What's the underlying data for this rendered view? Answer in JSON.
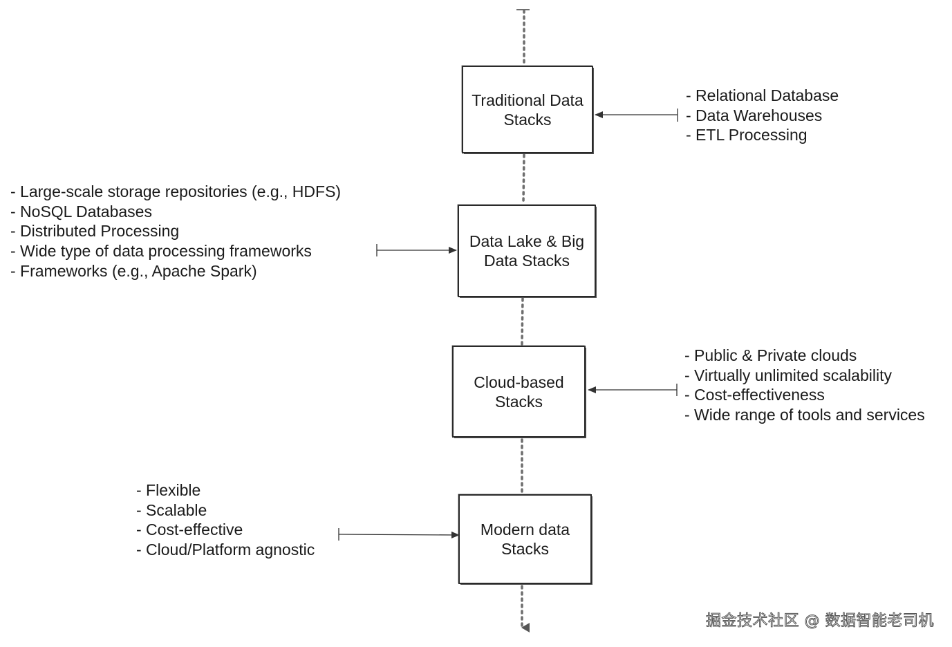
{
  "stages": [
    {
      "title": "Traditional Data\nStacks",
      "features": [
        "- Relational Database",
        "- Data Warehouses",
        "- ETL Processing"
      ]
    },
    {
      "title": "Data Lake & Big\nData Stacks",
      "features": [
        "- Large-scale storage repositories (e.g., HDFS)",
        "- NoSQL Databases",
        "- Distributed Processing",
        "- Wide type of data processing frameworks",
        "- Frameworks (e.g., Apache Spark)"
      ]
    },
    {
      "title": "Cloud-based\nStacks",
      "features": [
        "- Public & Private clouds",
        "- Virtually unlimited scalability",
        "- Cost-effectiveness",
        "- Wide range of tools and services"
      ]
    },
    {
      "title": "Modern data\nStacks",
      "features": [
        "- Flexible",
        "- Scalable",
        "- Cost-effective",
        "- Cloud/Platform agnostic"
      ]
    }
  ],
  "watermark": "掘金技术社区 @ 数据智能老司机",
  "colors": {
    "line": "#333333",
    "dotted": "#6e6e6e",
    "box_border": "#2a2a2a",
    "text": "#1a1a1a"
  }
}
